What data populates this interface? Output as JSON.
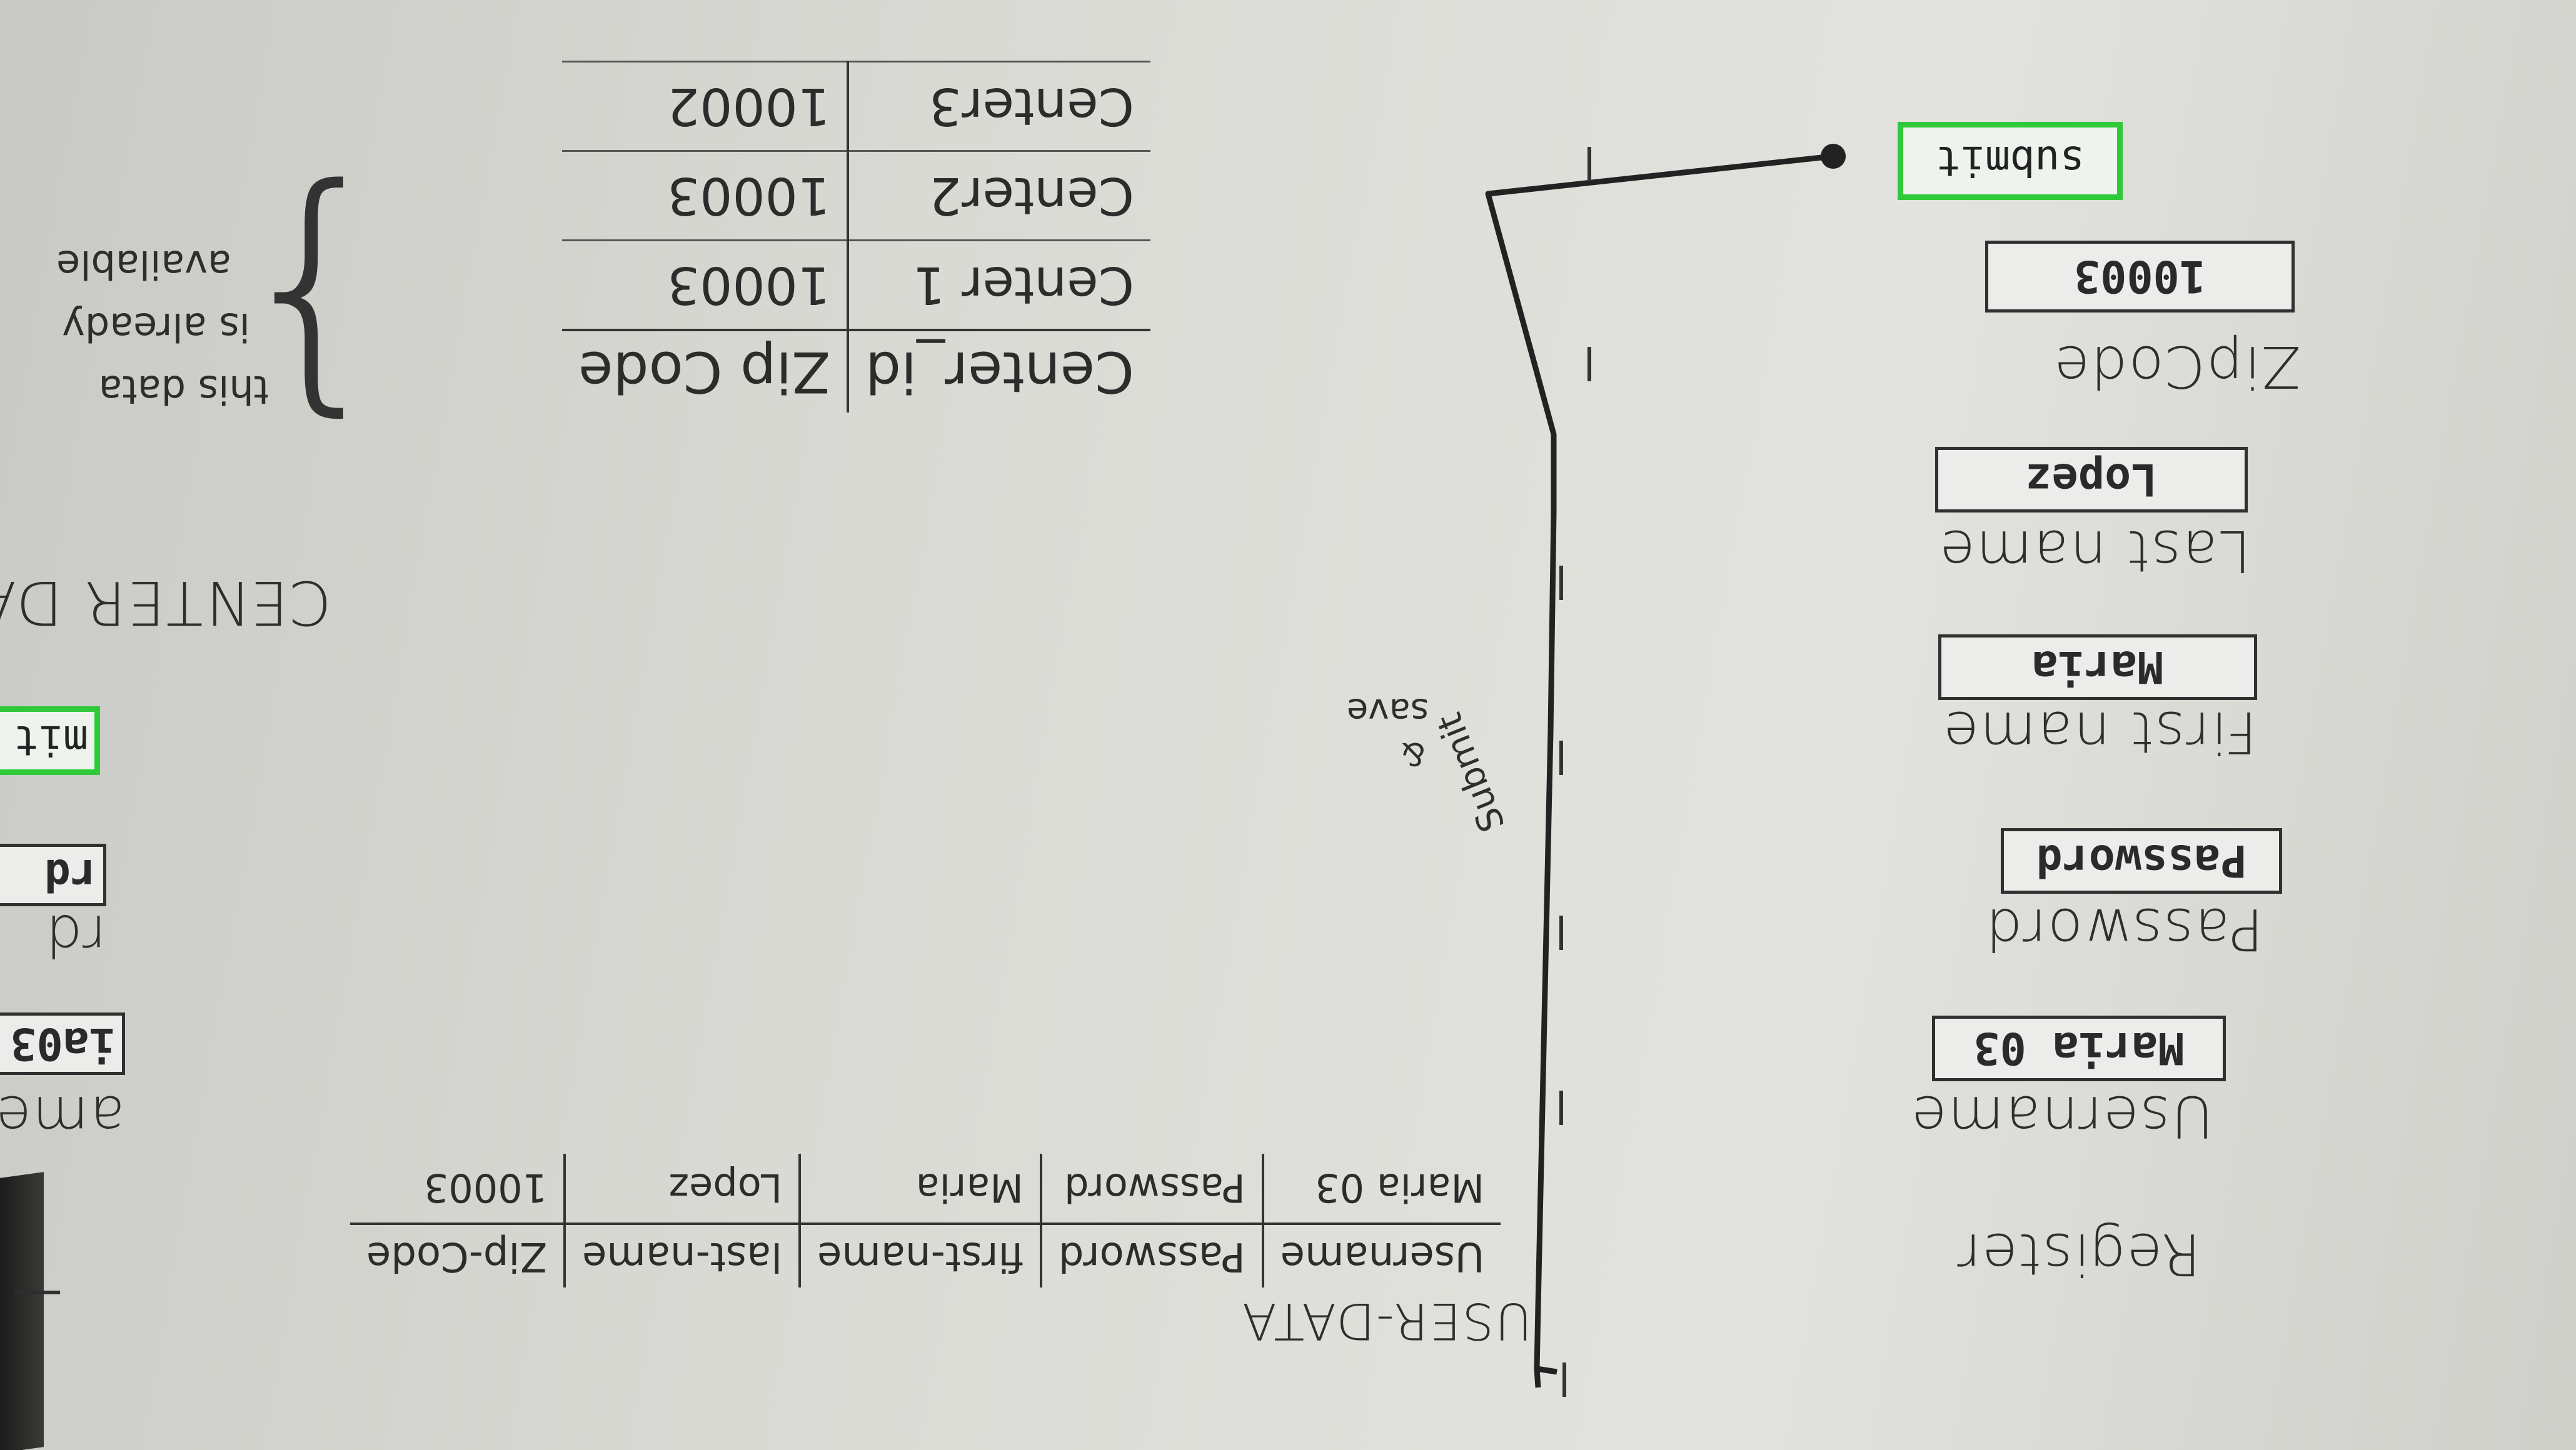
{
  "user_data": {
    "title": "USER-DATA",
    "columns": [
      "Username",
      "Password",
      "first-name",
      "last-name",
      "Zip-Code"
    ],
    "rows": [
      [
        "Maria 03",
        "Password",
        "Maria",
        "Lopez",
        "10003"
      ]
    ]
  },
  "form": {
    "title": "Register",
    "fields": [
      {
        "label": "Username",
        "value": "Maria 03"
      },
      {
        "label": "Password",
        "value": "Password"
      },
      {
        "label": "First name",
        "value": "Maria"
      },
      {
        "label": "Last name",
        "value": "Lopez"
      },
      {
        "label": "ZipCode",
        "value": "10003"
      }
    ],
    "submit": "submit"
  },
  "flow_label": {
    "line1": "Submit",
    "line2": "&",
    "line3": "save"
  },
  "center_data": {
    "title": "CENTER DA",
    "columns": [
      "Center_id",
      "Zip Code"
    ],
    "rows": [
      [
        "Center 1",
        "10003"
      ],
      [
        "Center2",
        "10003"
      ],
      [
        "Center3",
        "10002"
      ]
    ]
  },
  "note": {
    "line1": "this data",
    "line2": "is already",
    "line3": "available"
  },
  "previous_form": {
    "username_label": "ame",
    "username_value": "ia03",
    "password_label": "rd",
    "password_value": "rd",
    "submit": "mit"
  },
  "colors": {
    "ink": "#2e2e2e",
    "highlight": "#2fc93a",
    "paper": "#e0e0dc"
  }
}
